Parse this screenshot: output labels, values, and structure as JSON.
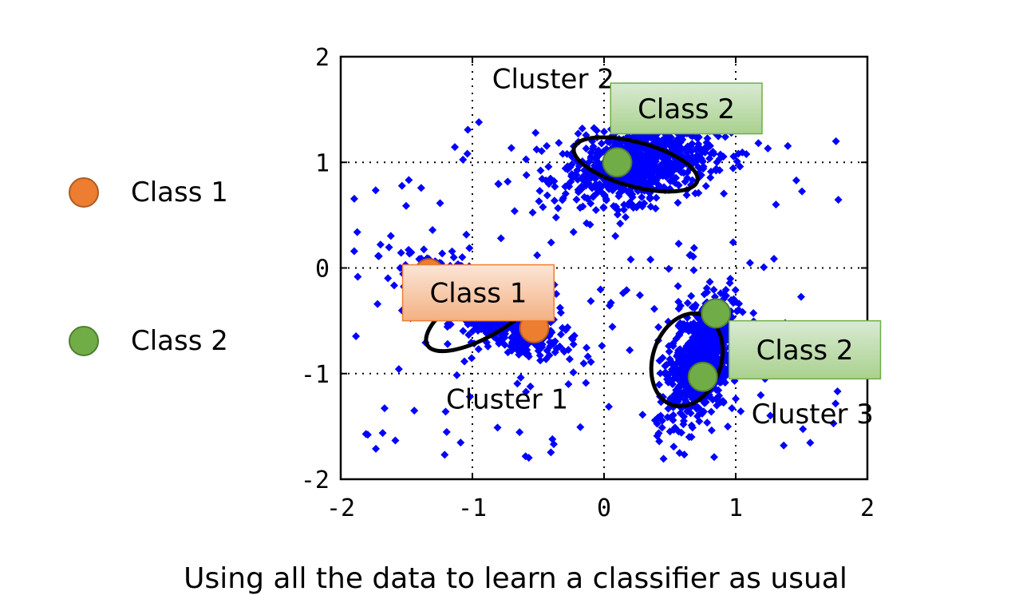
{
  "legend": [
    {
      "label": "Class 1",
      "color": "#ed7d31",
      "border": "#ae5a21"
    },
    {
      "label": "Class 2",
      "color": "#70ad47",
      "border": "#507e32"
    }
  ],
  "caption": "Using all the data to learn a classifier as usual",
  "chart_data": {
    "type": "scatter",
    "xlim": [
      -2,
      2
    ],
    "ylim": [
      -2,
      2
    ],
    "xticks": [
      -2,
      -1,
      0,
      1,
      2
    ],
    "yticks": [
      -2,
      -1,
      0,
      1,
      2
    ],
    "grid": true,
    "point_color": "#0000ff",
    "point_marker": "diamond",
    "clusters": [
      {
        "name": "Cluster 1",
        "center": [
          -0.9,
          -0.37
        ],
        "spread": [
          0.28,
          0.15
        ],
        "count": 900
      },
      {
        "name": "Cluster 2",
        "center": [
          0.25,
          0.98
        ],
        "spread": [
          0.28,
          0.17
        ],
        "count": 800
      },
      {
        "name": "Cluster 3",
        "center": [
          0.75,
          -0.85
        ],
        "spread": [
          0.14,
          0.3
        ],
        "count": 800
      }
    ],
    "ellipses": [
      {
        "label": "Cluster 1",
        "center": [
          -0.9,
          -0.4
        ],
        "rx": 1.03,
        "ry": 0.47,
        "angle_deg": -31,
        "label_pos": [
          -1.2,
          -1.33
        ]
      },
      {
        "label": "Cluster 2",
        "center": [
          0.24,
          0.98
        ],
        "rx": 0.97,
        "ry": 0.42,
        "angle_deg": 15,
        "label_pos": [
          -0.85,
          1.7
        ]
      },
      {
        "label": "Cluster 3",
        "center": [
          0.63,
          -0.87
        ],
        "rx": 0.52,
        "ry": 0.9,
        "angle_deg": 18,
        "label_pos": [
          1.12,
          -1.47
        ]
      }
    ],
    "labeled_points": [
      {
        "class": "Class 1",
        "x": -1.33,
        "y": -0.05,
        "color": "#ed7d31"
      },
      {
        "class": "Class 1",
        "x": -0.53,
        "y": -0.57,
        "color": "#ed7d31"
      },
      {
        "class": "Class 2",
        "x": 0.1,
        "y": 1.0,
        "color": "#70ad47"
      },
      {
        "class": "Class 2",
        "x": 0.85,
        "y": -0.43,
        "color": "#70ad47"
      },
      {
        "class": "Class 2",
        "x": 0.75,
        "y": -1.03,
        "color": "#70ad47"
      }
    ],
    "label_boxes": [
      {
        "text": "Class 2",
        "x": 0.05,
        "y": 1.75,
        "x2": 1.2,
        "y2": 1.27,
        "fill": "#a9d18e",
        "fill2": "#d9ead3",
        "border": "#70ad47"
      },
      {
        "text": "Class 1",
        "x": -1.53,
        "y": 0.03,
        "x2": -0.38,
        "y2": -0.5,
        "fill": "#f4b183",
        "fill2": "#fbe5d6",
        "border": "#ed7d31"
      },
      {
        "text": "Class 2",
        "x": 0.95,
        "y": -0.5,
        "x2": 2.1,
        "y2": -1.05,
        "fill": "#a9d18e",
        "fill2": "#d9ead3",
        "border": "#70ad47"
      }
    ]
  }
}
